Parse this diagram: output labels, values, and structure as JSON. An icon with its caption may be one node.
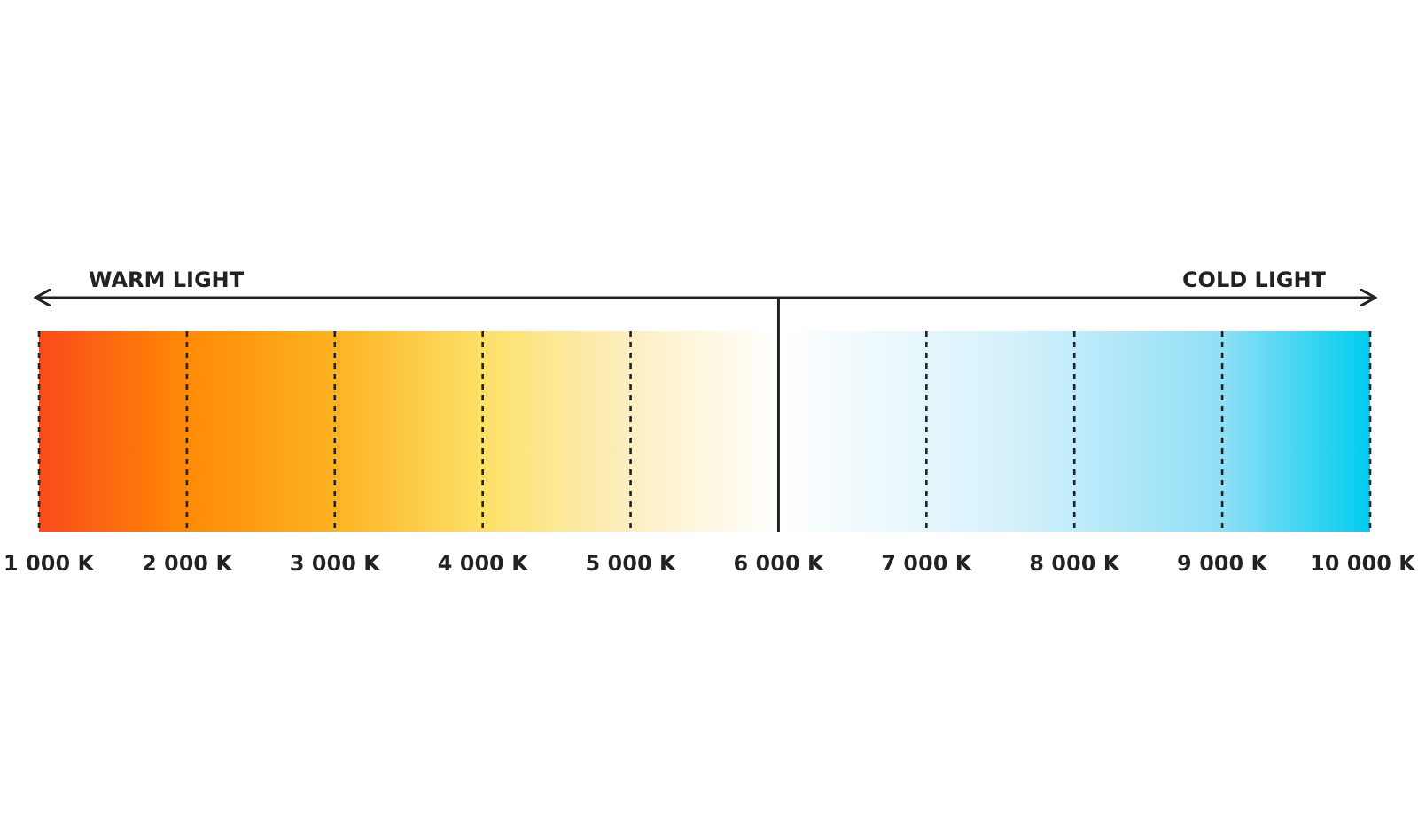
{
  "diagram": {
    "labels": [
      "WARM LIGHT",
      "COLD LIGHT",
      "1 000 K",
      "2 000 K",
      "3 000 K",
      "4 000 K",
      "5 000 K",
      "6 000 K",
      "7 000 K",
      "8 000 K",
      "9 000 K",
      "10 000 K"
    ]
  }
}
